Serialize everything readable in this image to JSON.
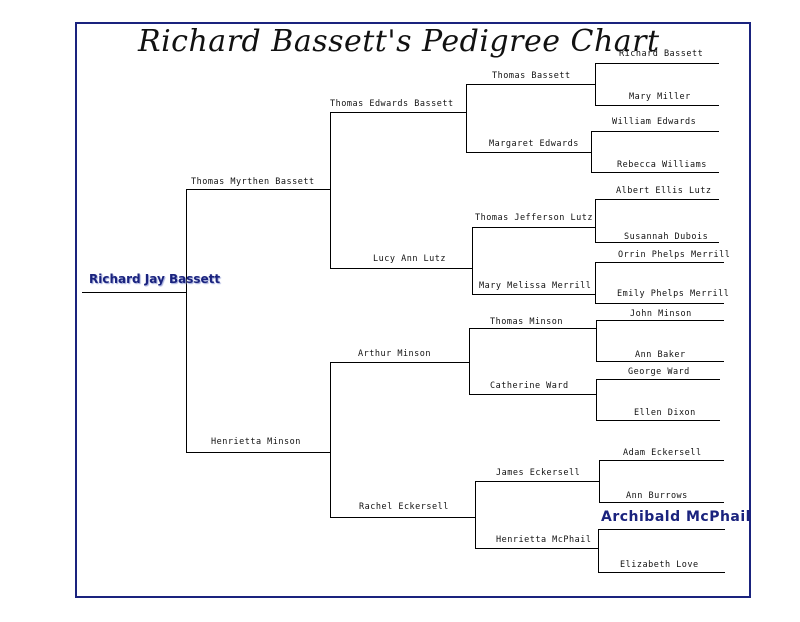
{
  "title": "Richard Bassett's Pedigree Chart",
  "root": "Richard Jay Bassett",
  "generation_1": {
    "father": "Thomas Myrthen Bassett",
    "mother": "Henrietta Minson"
  },
  "generation_2": {
    "pf_father": "Thomas Edwards Bassett",
    "pf_mother": "Lucy Ann Lutz",
    "pm_father": "Arthur Minson",
    "pm_mother": "Rachel Eckersell"
  },
  "generation_3": [
    "Thomas Bassett",
    "Margaret Edwards",
    "Thomas Jefferson Lutz",
    "Mary Melissa Merrill",
    "Thomas Minson",
    "Catherine Ward",
    "James Eckersell",
    "Henrietta McPhail"
  ],
  "generation_4": [
    "Richard Bassett",
    "Mary Miller",
    "William Edwards",
    "Rebecca Williams",
    "Albert Ellis Lutz",
    "Susannah Dubois",
    "Orrin Phelps Merrill",
    "Emily Phelps Merrill",
    "John Minson",
    "Ann Baker",
    "George Ward",
    "Ellen Dixon",
    "Adam Eckersell",
    "Ann Burrows",
    "Archibald McPhail",
    "Elizabeth Love"
  ],
  "colors": {
    "border": "#1a237e",
    "highlight": "#1a237e",
    "lines": "#000000"
  }
}
